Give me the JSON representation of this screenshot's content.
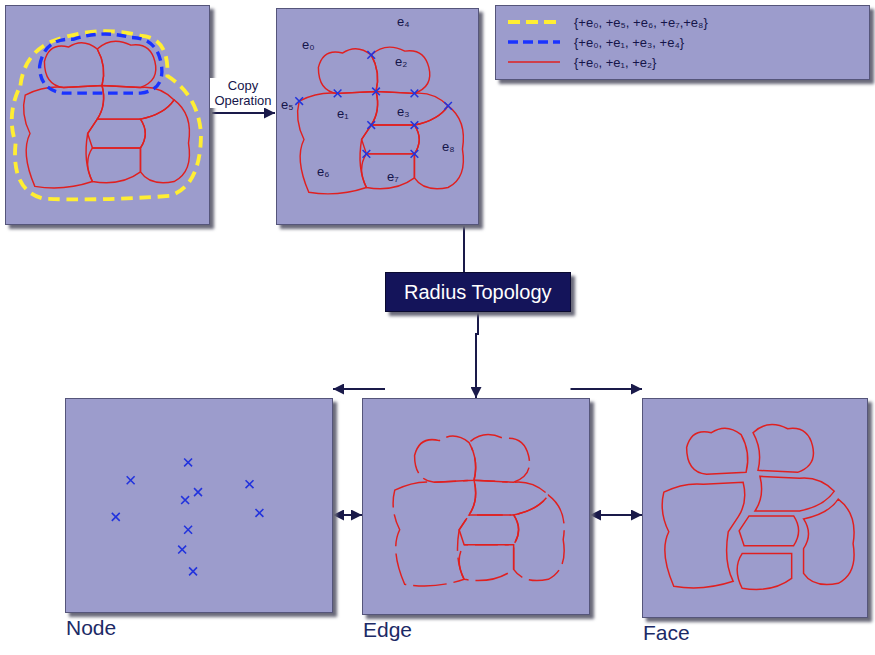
{
  "diagram": {
    "nodes": [
      {
        "text": [
          "e₀",
          "e₄",
          "e₂",
          "e₅",
          "e₁",
          "e₃",
          "e₈",
          "e₆",
          "e₇"
        ]
      },
      {
        "text": [
          "Radius Topology"
        ]
      },
      {
        "text": [
          "Node"
        ]
      },
      {
        "text": [
          "Edge"
        ]
      },
      {
        "text": [
          "Face"
        ]
      }
    ],
    "edges": [
      {
        "from": 0,
        "to": 1,
        "arrow": "none"
      },
      {
        "from": 1,
        "to": 2,
        "arrow": "to"
      },
      {
        "from": 1,
        "to": 3,
        "arrow": "to"
      },
      {
        "from": 1,
        "to": 4,
        "arrow": "to"
      },
      {
        "from": 2,
        "to": 3,
        "arrow": "both"
      },
      {
        "from": 3,
        "to": 4,
        "arrow": "both"
      }
    ],
    "labels": [
      "Copy Operation"
    ],
    "legend": [
      {
        "text": "{+e₀, +e₅, +e₆, +e₇,+e₈}"
      },
      {
        "text": "{+e₀, +e₁, +e₃, +e₄}"
      },
      {
        "text": "{+e₀, +e₁, +e₂}"
      }
    ]
  }
}
